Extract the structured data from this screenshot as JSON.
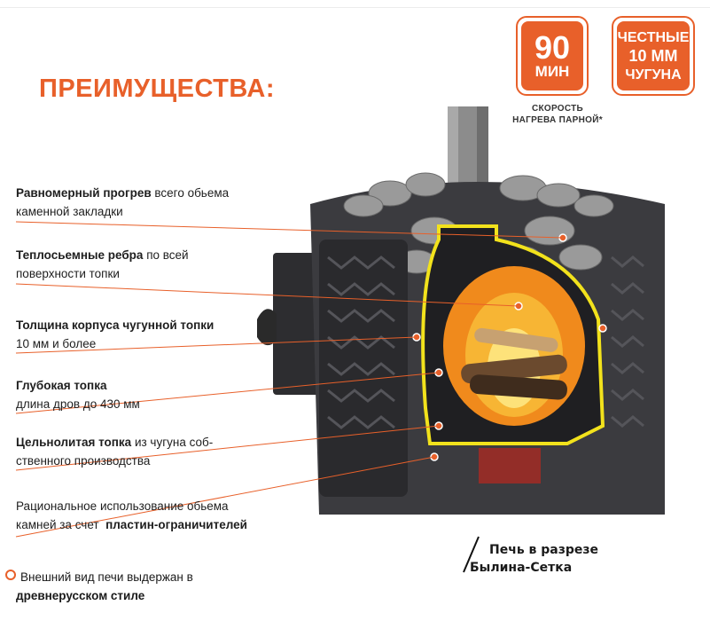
{
  "heading": "ПРЕИМУЩЕСТВА:",
  "badges": {
    "heat_speed": {
      "value": "90",
      "unit": "МИН",
      "caption_line1": "СКОРОСТЬ",
      "caption_line2": "НАГРЕВА ПАРНОЙ*"
    },
    "cast_iron": {
      "line1": "ЧЕСТНЫЕ",
      "line2": "10 ММ",
      "line3": "ЧУГУНА"
    }
  },
  "features": [
    {
      "bold": "Равномерный прогрев",
      "rest": " всего обьема",
      "line2": "каменной закладки"
    },
    {
      "bold": "Теплосьемные ребра",
      "rest": " по всей",
      "line2": "поверхности топки"
    },
    {
      "bold": "Толщина корпуса чугунной топки",
      "rest": "",
      "line2": "10 мм и более"
    },
    {
      "bold": "Глубокая топка",
      "rest": "",
      "line2": "длина дров до 430 мм"
    },
    {
      "bold": "Цельнолитая топка",
      "rest": " из чугуна соб-",
      "line2": "ственного производства"
    },
    {
      "bold": "",
      "rest": "Рациональное использование обьема",
      "line2_prefix": "камней за счет  ",
      "line2_bold": "пластин-ограничителей"
    }
  ],
  "note": {
    "line1": "Внешний вид печи выдержан в",
    "line2_bold": "древнерусском стиле"
  },
  "model_label": {
    "line1": "Печь в разрезе",
    "line2": "Былина-Сетка"
  },
  "colors": {
    "accent": "#e8602a",
    "stove": "#3b3b3f",
    "highlight": "#f2e21c",
    "fire": "#f08a1c"
  }
}
